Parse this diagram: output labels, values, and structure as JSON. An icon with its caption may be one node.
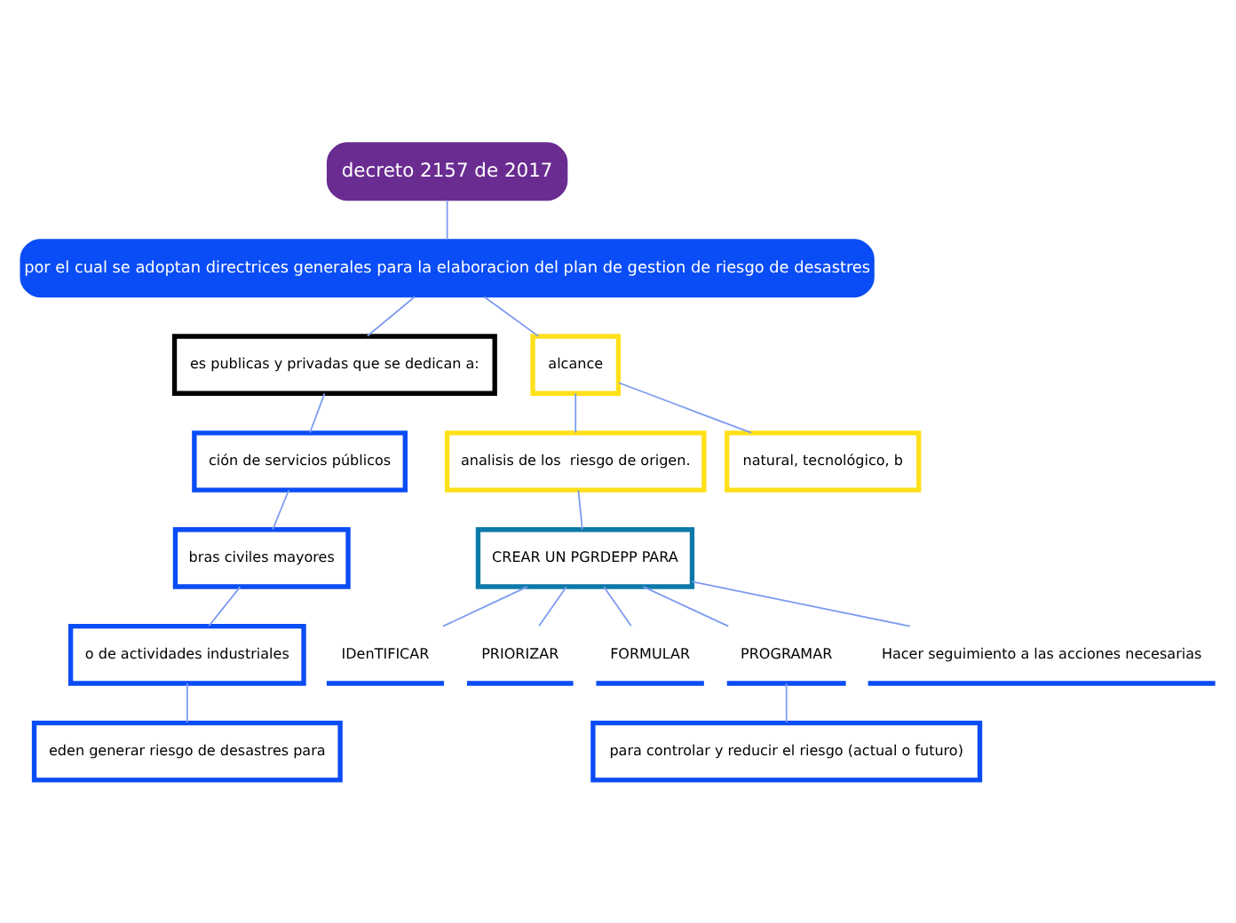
{
  "diagram": {
    "nodes": [
      {
        "text": [
          "decreto 2157 de 2017"
        ]
      },
      {
        "text": [
          "por el cual se adoptan directrices generales para la elaboracion del plan de gestion de riesgo de desastres"
        ]
      },
      {
        "text": [
          "es publicas y privadas que se dedican a:"
        ]
      },
      {
        "text": [
          "ción de servicios públicos"
        ]
      },
      {
        "text": [
          "bras civiles mayores"
        ]
      },
      {
        "text": [
          "o de actividades industriales"
        ]
      },
      {
        "text": [
          "eden generar riesgo de desastres para"
        ]
      },
      {
        "text": [
          "alcance"
        ]
      },
      {
        "text": [
          "analisis de los  riesgo de origen."
        ]
      },
      {
        "text": [
          "natural, tecnológico, b"
        ]
      },
      {
        "text": [
          "CREAR UN PGRDEPP PARA"
        ]
      },
      {
        "text": [
          "IDenTIFICAR"
        ]
      },
      {
        "text": [
          "PRIORIZAR"
        ]
      },
      {
        "text": [
          "FORMULAR"
        ]
      },
      {
        "text": [
          "PROGRAMAR"
        ]
      },
      {
        "text": [
          "Hacer seguimiento a las acciones necesarias"
        ]
      },
      {
        "text": [
          "para controlar y reducir el riesgo (actual o futuro)"
        ]
      }
    ],
    "edges": [
      {
        "from": 0,
        "to": 1,
        "arrow": "none"
      },
      {
        "from": 1,
        "to": 2,
        "arrow": "none"
      },
      {
        "from": 2,
        "to": 3,
        "arrow": "none"
      },
      {
        "from": 3,
        "to": 4,
        "arrow": "none"
      },
      {
        "from": 4,
        "to": 5,
        "arrow": "none"
      },
      {
        "from": 5,
        "to": 6,
        "arrow": "none"
      },
      {
        "from": 1,
        "to": 7,
        "arrow": "none"
      },
      {
        "from": 7,
        "to": 8,
        "arrow": "none"
      },
      {
        "from": 7,
        "to": 9,
        "arrow": "none"
      },
      {
        "from": 8,
        "to": 10,
        "arrow": "none"
      },
      {
        "from": 10,
        "to": 11,
        "arrow": "none"
      },
      {
        "from": 10,
        "to": 12,
        "arrow": "none"
      },
      {
        "from": 10,
        "to": 13,
        "arrow": "none"
      },
      {
        "from": 10,
        "to": 14,
        "arrow": "none"
      },
      {
        "from": 10,
        "to": 15,
        "arrow": "none"
      },
      {
        "from": 14,
        "to": 16,
        "arrow": "none"
      }
    ]
  }
}
